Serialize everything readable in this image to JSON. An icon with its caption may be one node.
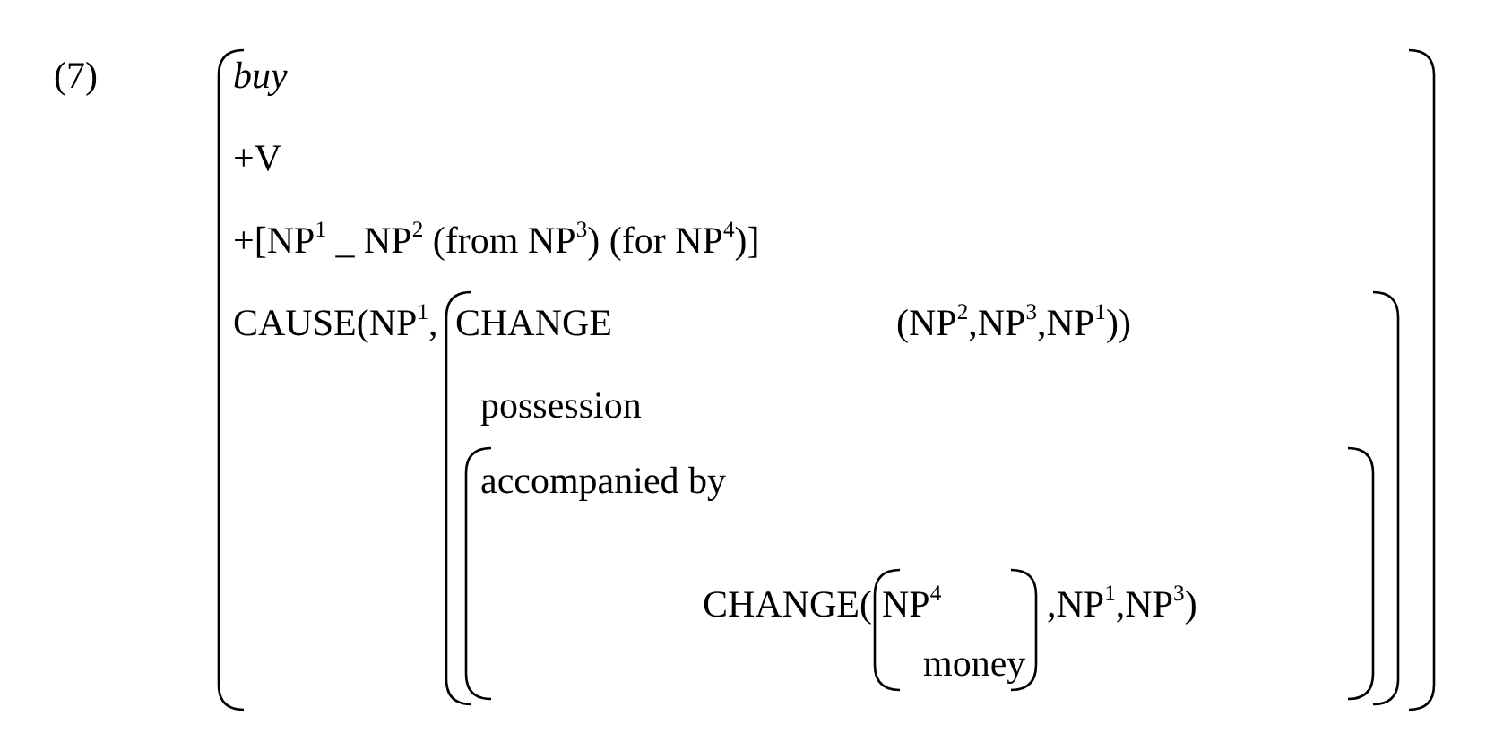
{
  "diagram": {
    "nodes": [
      {
        "text": [
          "buy",
          "+V",
          "+[NP$^{1}$ _ NP$^{2}$ (from NP$^{3}$) (for NP$^{4}$)]",
          "CAUSE(NP$^{1}$,"
        ]
      },
      {
        "text": [
          "CHANGE",
          "(NP$^{2}$,NP$^{3}$,NP$^{1}$))",
          "possession"
        ],
        "in": 0
      },
      {
        "text": [
          "accompanied by",
          "CHANGE(",
          ",NP$^{1}$,NP$^{3}$)"
        ],
        "in": 1
      },
      {
        "text": [
          "NP$^{4}$",
          "money"
        ],
        "in": 2
      }
    ],
    "labels": [
      "(7)"
    ]
  }
}
